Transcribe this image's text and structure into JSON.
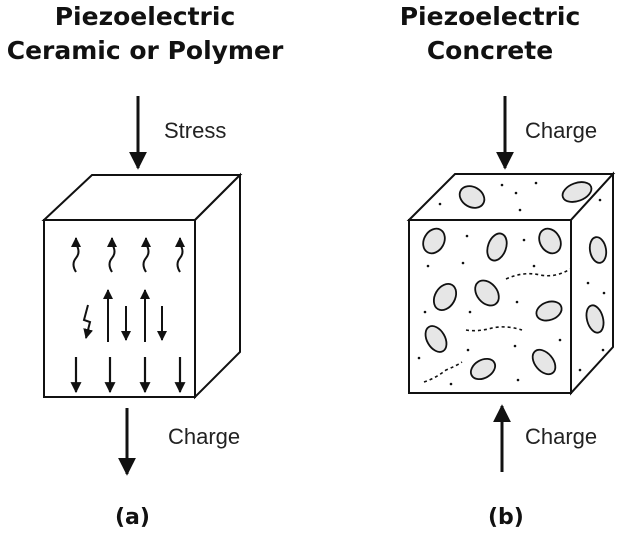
{
  "panel_a": {
    "title_line1": "Piezoelectric",
    "title_line2": "Ceramic or Polymer",
    "input_label": "Stress",
    "output_label": "Charge",
    "caption": "(a)"
  },
  "panel_b": {
    "title_line1": "Piezoelectric",
    "title_line2": "Concrete",
    "top_label": "Charge",
    "bottom_label": "Charge",
    "caption": "(b)"
  },
  "colors": {
    "stroke": "#111111",
    "aggregate_fill": "#e6e6e6"
  },
  "icons": [
    "down-arrow",
    "up-arrow",
    "wavy-arrow",
    "aggregate-particle"
  ]
}
